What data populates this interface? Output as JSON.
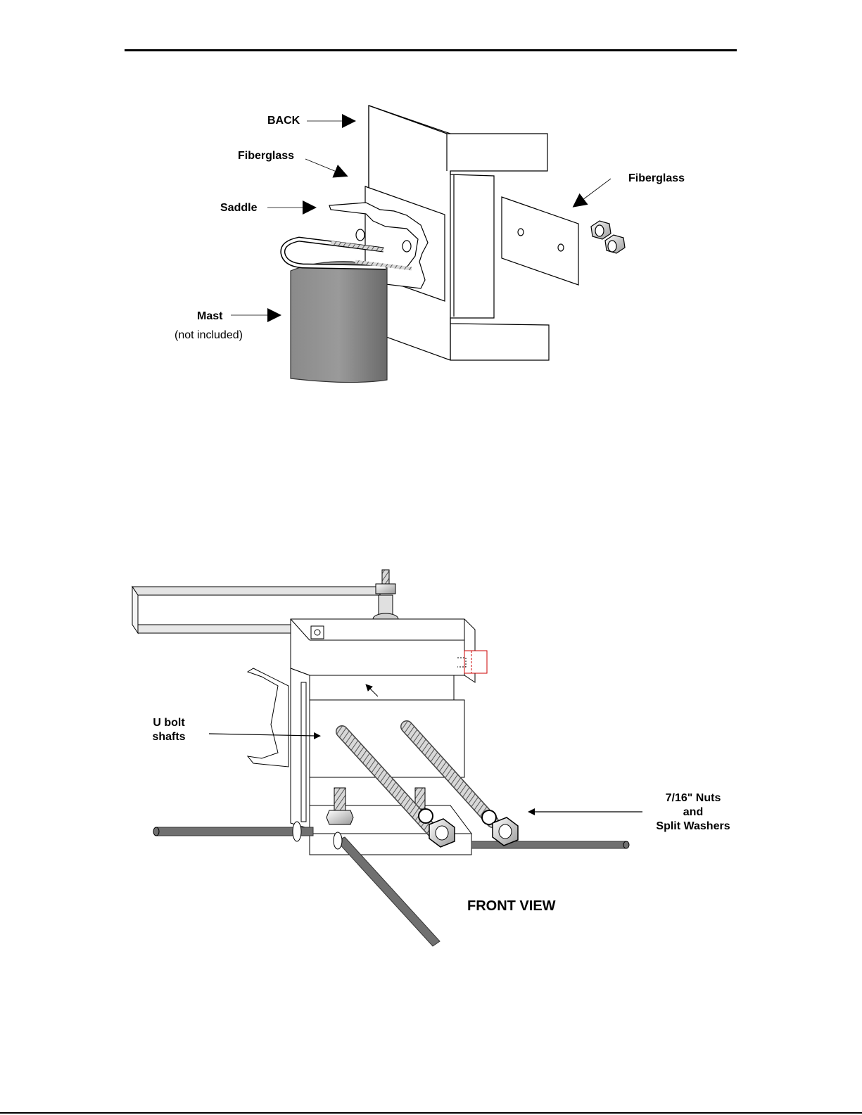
{
  "top_diagram": {
    "labels": {
      "back": "BACK",
      "fiberglass_left": "Fiberglass",
      "fiberglass_right": "Fiberglass",
      "saddle": "Saddle",
      "mast": "Mast",
      "mast_note": "(not included)"
    }
  },
  "bottom_diagram": {
    "labels": {
      "u_bolt_line1": "U bolt",
      "u_bolt_line2": "shafts",
      "nuts_line1": "7/16\" Nuts",
      "nuts_line2": "and",
      "nuts_line3": "Split Washers",
      "view_title": "FRONT VIEW"
    }
  },
  "colors": {
    "ink": "#000000",
    "mast_gray": "#7a7a7a",
    "rod_gray": "#6e6e6e",
    "accent_red": "#cc0000"
  }
}
